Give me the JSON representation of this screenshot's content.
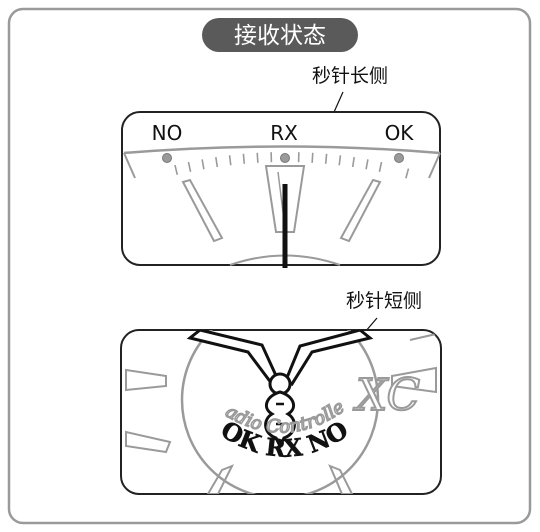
{
  "panel": {
    "title": "接收状态",
    "title_bg": "#5a5a5a",
    "border_color": "#9a9a9a"
  },
  "top_dial": {
    "callout": "秒针长侧",
    "labels": {
      "left": "NO",
      "center": "RX",
      "right": "OK"
    }
  },
  "bottom_dial": {
    "callout": "秒针短侧",
    "ring_text": "OK RX NO",
    "script_text": "Radio Controlled",
    "brand_mark": "XC"
  }
}
